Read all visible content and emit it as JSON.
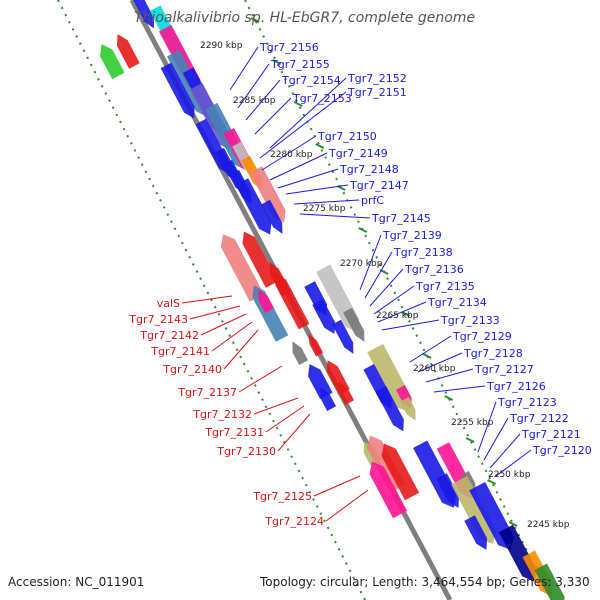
{
  "title": "Thioalkalivibrio sp. HL-EbGR7, complete genome",
  "footer": {
    "accession": "Accession: NC_011901",
    "summary": "Topology: circular; Length: 3,464,554 bp; Genes: 3,330"
  },
  "colors": {
    "forward_label": "#1a1ae6",
    "reverse_label": "#dd1111",
    "backbone": "#7f7f7f",
    "tick": "#2e8b2e"
  },
  "kbp_marks": [
    "2290 kbp",
    "2285 kbp",
    "2280 kbp",
    "2275 kbp",
    "2270 kbp",
    "2265 kbp",
    "2260 kbp",
    "2255 kbp",
    "2250 kbp",
    "2245 kbp"
  ],
  "forward_genes": [
    "Tgr7_2156",
    "Tgr7_2155",
    "Tgr7_2154",
    "Tgr7_2153",
    "Tgr7_2152",
    "Tgr7_2151",
    "Tgr7_2150",
    "Tgr7_2149",
    "Tgr7_2148",
    "Tgr7_2147",
    "prfC",
    "Tgr7_2145",
    "Tgr7_2139",
    "Tgr7_2138",
    "Tgr7_2136",
    "Tgr7_2135",
    "Tgr7_2134",
    "Tgr7_2133",
    "Tgr7_2129",
    "Tgr7_2128",
    "Tgr7_2127",
    "Tgr7_2126",
    "Tgr7_2123",
    "Tgr7_2122",
    "Tgr7_2121",
    "Tgr7_2120"
  ],
  "reverse_genes": [
    "valS",
    "Tgr7_2143",
    "Tgr7_2142",
    "Tgr7_2141",
    "Tgr7_2140",
    "Tgr7_2137",
    "Tgr7_2132",
    "Tgr7_2131",
    "Tgr7_2130",
    "Tgr7_2125",
    "Tgr7_2124"
  ]
}
